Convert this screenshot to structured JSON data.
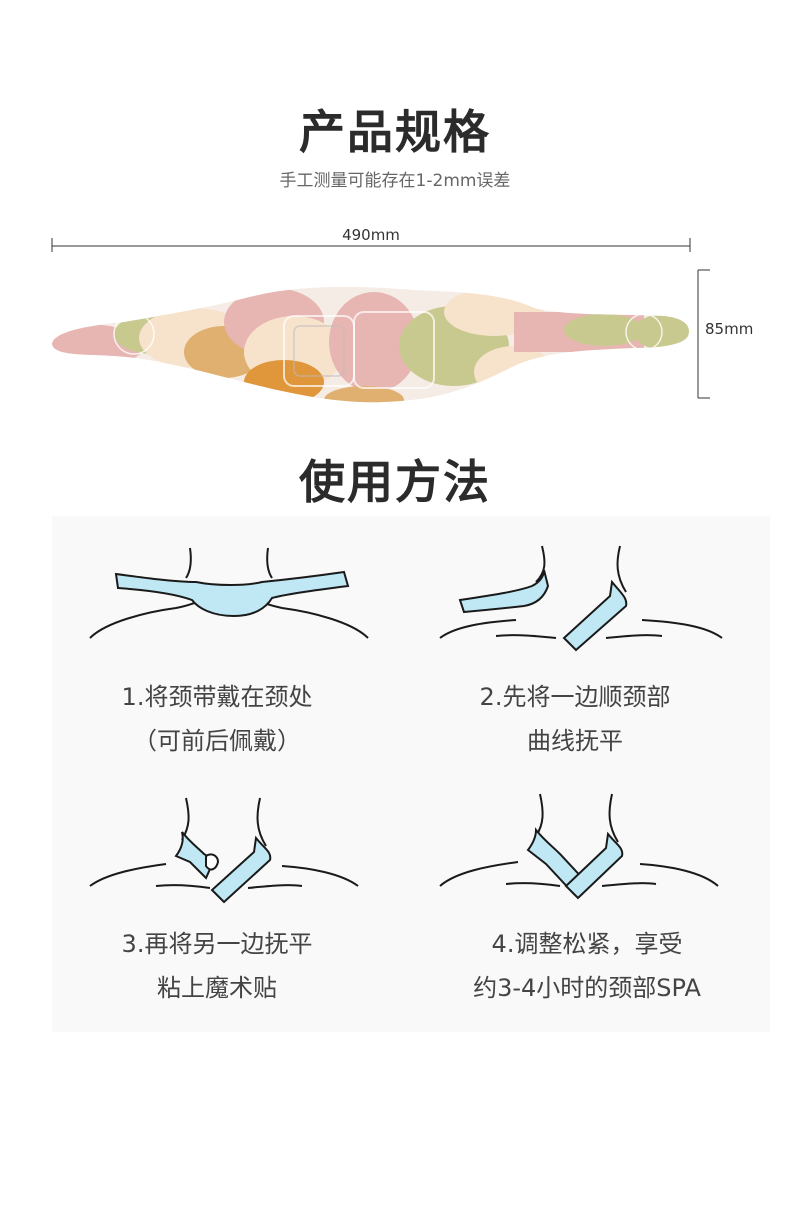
{
  "spec": {
    "title": "产品规格",
    "subtitle": "手工测量可能存在1-2mm误差",
    "width_label": "490mm",
    "height_label": "85mm"
  },
  "usage": {
    "title": "使用方法",
    "steps": [
      {
        "line1": "1.将颈带戴在颈处",
        "line2": "（可前后佩戴）"
      },
      {
        "line1": "2.先将一边顺颈部",
        "line2": "曲线抚平"
      },
      {
        "line1": "3.再将另一边抚平",
        "line2": "粘上魔术贴"
      },
      {
        "line1": "4.调整松紧，享受",
        "line2": "约3-4小时的颈部SPA"
      }
    ]
  },
  "colors": {
    "band": "#bfe8f4",
    "outline": "#1a1a1a",
    "pink": "#e8b6b2",
    "olive": "#c8c98f",
    "cream": "#f7e3cc",
    "orange": "#e0963a"
  }
}
